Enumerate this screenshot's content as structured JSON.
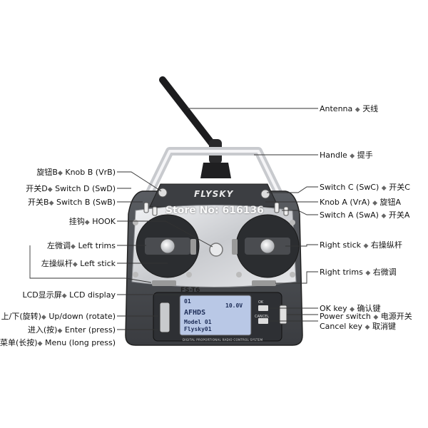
{
  "device": {
    "brand": "FLYSKY",
    "model": "FS-T6",
    "watermark": "Store No: 616136",
    "footer_strip": "DIGITAL PROPORTIONAL RADIO CONTROL SYSTEM",
    "lcd": {
      "protocol": "AFHDS",
      "model_line": "Model 01",
      "name_line": "Flysky01",
      "voltage": "10.0V",
      "top_left": "01"
    },
    "keys": {
      "ok": "OK",
      "cancel": "CANCEL"
    }
  },
  "labels_right": [
    {
      "en": "Antenna",
      "zh": "天线"
    },
    {
      "en": "Handle",
      "zh": "提手"
    },
    {
      "en": "Switch C (SwC)",
      "zh": "开关C"
    },
    {
      "en": "Knob A (VrA)",
      "zh": "旋钮A"
    },
    {
      "en": "Switch A (SwA)",
      "zh": "开关A"
    },
    {
      "en": "Right stick",
      "zh": "右操纵杆"
    },
    {
      "en": "Right trims",
      "zh": "右微调"
    },
    {
      "en": "OK key",
      "zh": "确认键"
    },
    {
      "en": "Power switch",
      "zh": "电源开关"
    },
    {
      "en": "Cancel key",
      "zh": "取消键"
    }
  ],
  "labels_left": [
    {
      "zh": "旋钮B",
      "en": "Knob B (VrB)"
    },
    {
      "zh": "开关D",
      "en": "Switch D (SwD)"
    },
    {
      "zh": "开关B",
      "en": "Switch B (SwB)"
    },
    {
      "zh": "挂钩",
      "en": "HOOK"
    },
    {
      "zh": "左微调",
      "en": "Left trims"
    },
    {
      "zh": "左操纵杆",
      "en": "Left stick"
    },
    {
      "zh": "LCD显示屏",
      "en": "LCD display"
    },
    {
      "zh": "上/下(旋转)",
      "en": "Up/down (rotate)"
    },
    {
      "zh": "进入(按)",
      "en": "Enter (press)"
    },
    {
      "zh": "菜单(长按)",
      "en": "Menu (long press)"
    }
  ],
  "colors": {
    "body": "#4a4d52",
    "silver": "#d4d6d9",
    "lcd": "#b9c8e6",
    "leader": "#333333"
  },
  "separator": "◆"
}
